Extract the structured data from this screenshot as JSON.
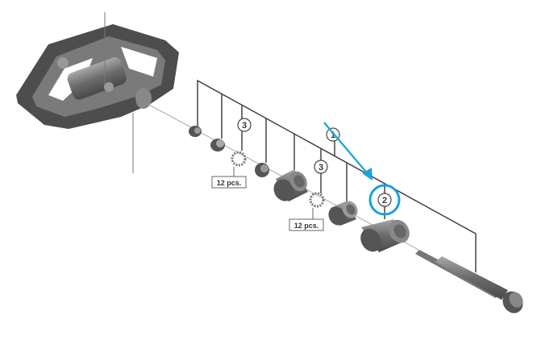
{
  "diagram": {
    "callouts": [
      {
        "number": "1"
      },
      {
        "number": "2",
        "highlighted": true
      },
      {
        "number": "3"
      },
      {
        "number": "3"
      }
    ],
    "quantity_labels": [
      "12 pcs.",
      "12 pcs."
    ],
    "colors": {
      "highlight": "#1aa3db",
      "lines": "#4a4040",
      "part_dark": "#5a5a5a",
      "part_light": "#9a9a9a"
    }
  }
}
